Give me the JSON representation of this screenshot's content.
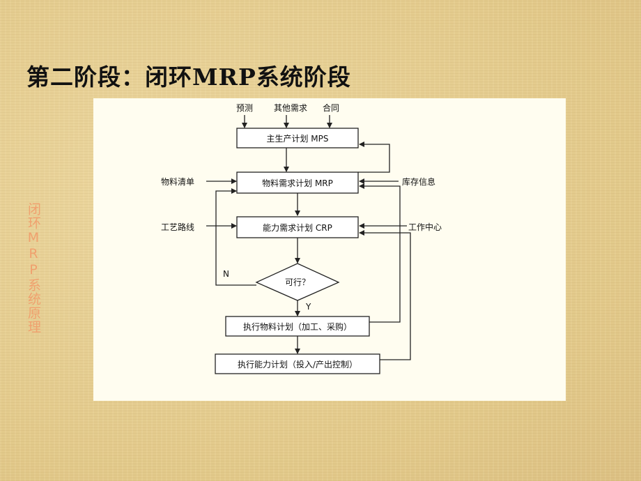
{
  "slide": {
    "title": "第二阶段：闭环MRP系统阶段",
    "side_label": "闭环MRP系统原理"
  },
  "flowchart": {
    "inputs": {
      "forecast": "预测",
      "other_demand": "其他需求",
      "contract": "合同"
    },
    "boxes": {
      "mps": "主生产计划 MPS",
      "mrp": "物料需求计划 MRP",
      "crp": "能力需求计划 CRP",
      "decision": "可行？",
      "exec_material": "执行物料计划（加工、采购）",
      "exec_capacity": "执行能力计划（投入/产出控制）"
    },
    "side_inputs": {
      "bom": "物料清单",
      "inventory": "库存信息",
      "routing": "工艺路线",
      "work_center": "工作中心"
    },
    "branches": {
      "no": "N",
      "yes": "Y"
    }
  }
}
